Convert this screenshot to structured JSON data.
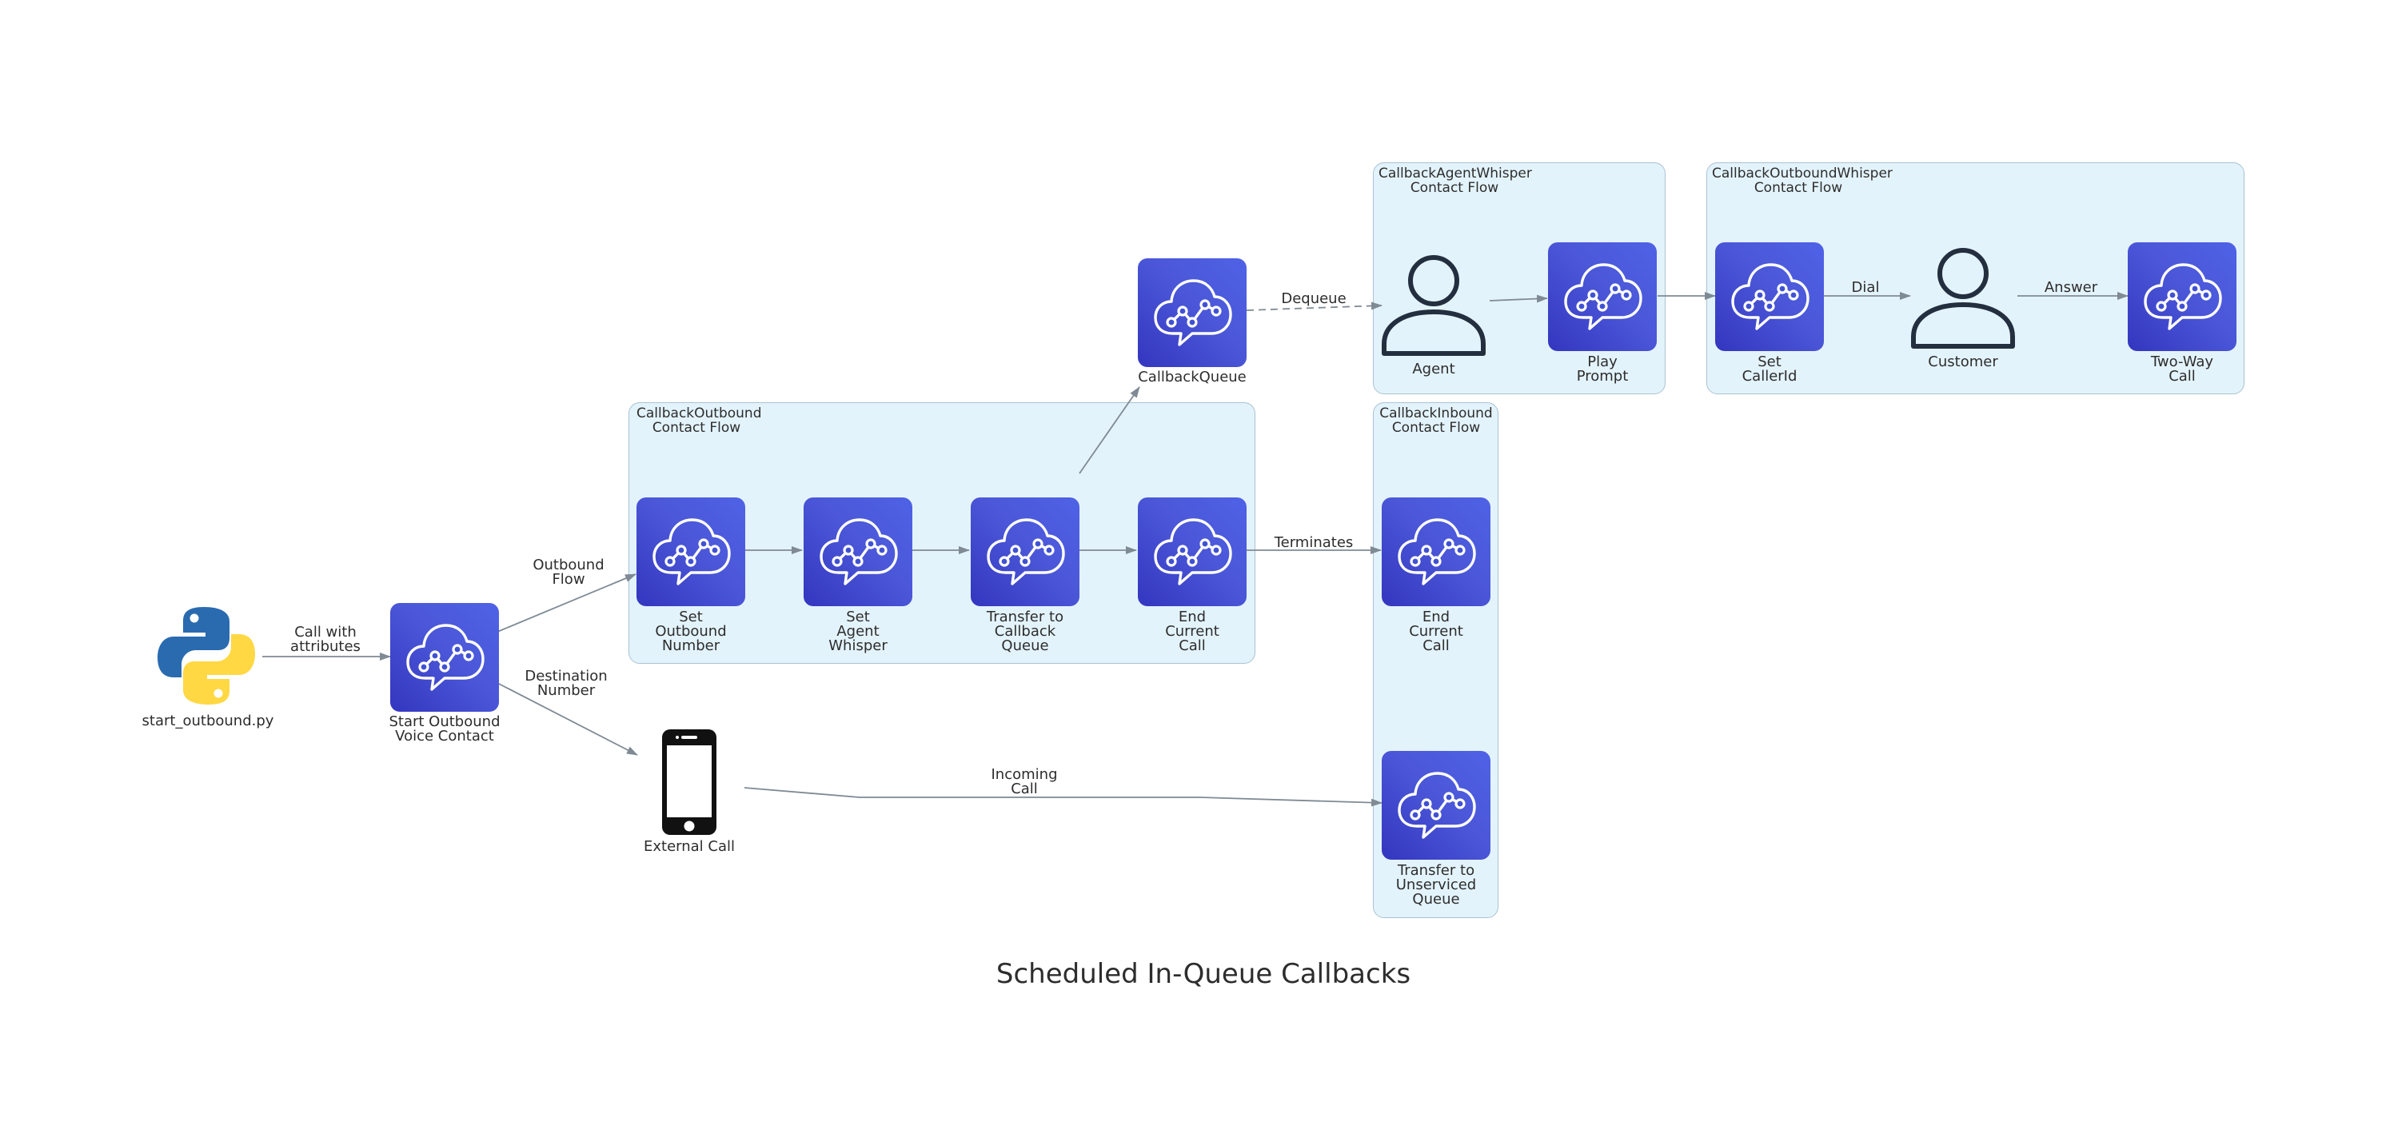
{
  "title": "Scheduled In-Queue Callbacks",
  "colors": {
    "edge": "#7f8a94",
    "cluster_fill": "#e3f3fb",
    "cluster_border": "#a9c2d2",
    "node": "#4051d4"
  },
  "clusters": {
    "outbound": "CallbackOutbound\nContact Flow",
    "inbound": "CallbackInbound\nContact Flow",
    "agent_whisper": "CallbackAgentWhisper\nContact Flow",
    "outbound_whisper": "CallbackOutboundWhisper\nContact Flow"
  },
  "nodes": {
    "script": {
      "label": "start_outbound.py",
      "icon": "python-icon"
    },
    "start_outbound": {
      "label": "Start Outbound\nVoice Contact",
      "icon": "connect-icon"
    },
    "set_outbound_number": {
      "label": "Set\nOutbound\nNumber",
      "icon": "connect-icon"
    },
    "set_agent_whisper": {
      "label": "Set\nAgent\nWhisper",
      "icon": "connect-icon"
    },
    "transfer_callback_queue": {
      "label": "Transfer to\nCallback\nQueue",
      "icon": "connect-icon"
    },
    "end_current_call_outbound": {
      "label": "End\nCurrent\nCall",
      "icon": "connect-icon"
    },
    "callback_queue": {
      "label": "CallbackQueue",
      "icon": "connect-icon"
    },
    "external_call": {
      "label": "External Call",
      "icon": "phone-icon"
    },
    "end_current_call_inbound": {
      "label": "End\nCurrent\nCall",
      "icon": "connect-icon"
    },
    "transfer_unserviced": {
      "label": "Transfer to\nUnserviced\nQueue",
      "icon": "connect-icon"
    },
    "agent": {
      "label": "Agent",
      "icon": "user-icon"
    },
    "play_prompt": {
      "label": "Play\nPrompt",
      "icon": "connect-icon"
    },
    "set_callerid": {
      "label": "Set\nCallerId",
      "icon": "connect-icon"
    },
    "customer": {
      "label": "Customer",
      "icon": "user-icon"
    },
    "two_way_call": {
      "label": "Two-Way\nCall",
      "icon": "connect-icon"
    }
  },
  "edges": {
    "call_with_attributes": "Call with\nattributes",
    "outbound_flow": "Outbound\nFlow",
    "destination_number": "Destination\nNumber",
    "dequeue": "Dequeue",
    "terminates": "Terminates",
    "incoming_call": "Incoming\nCall",
    "dial": "Dial",
    "answer": "Answer"
  }
}
